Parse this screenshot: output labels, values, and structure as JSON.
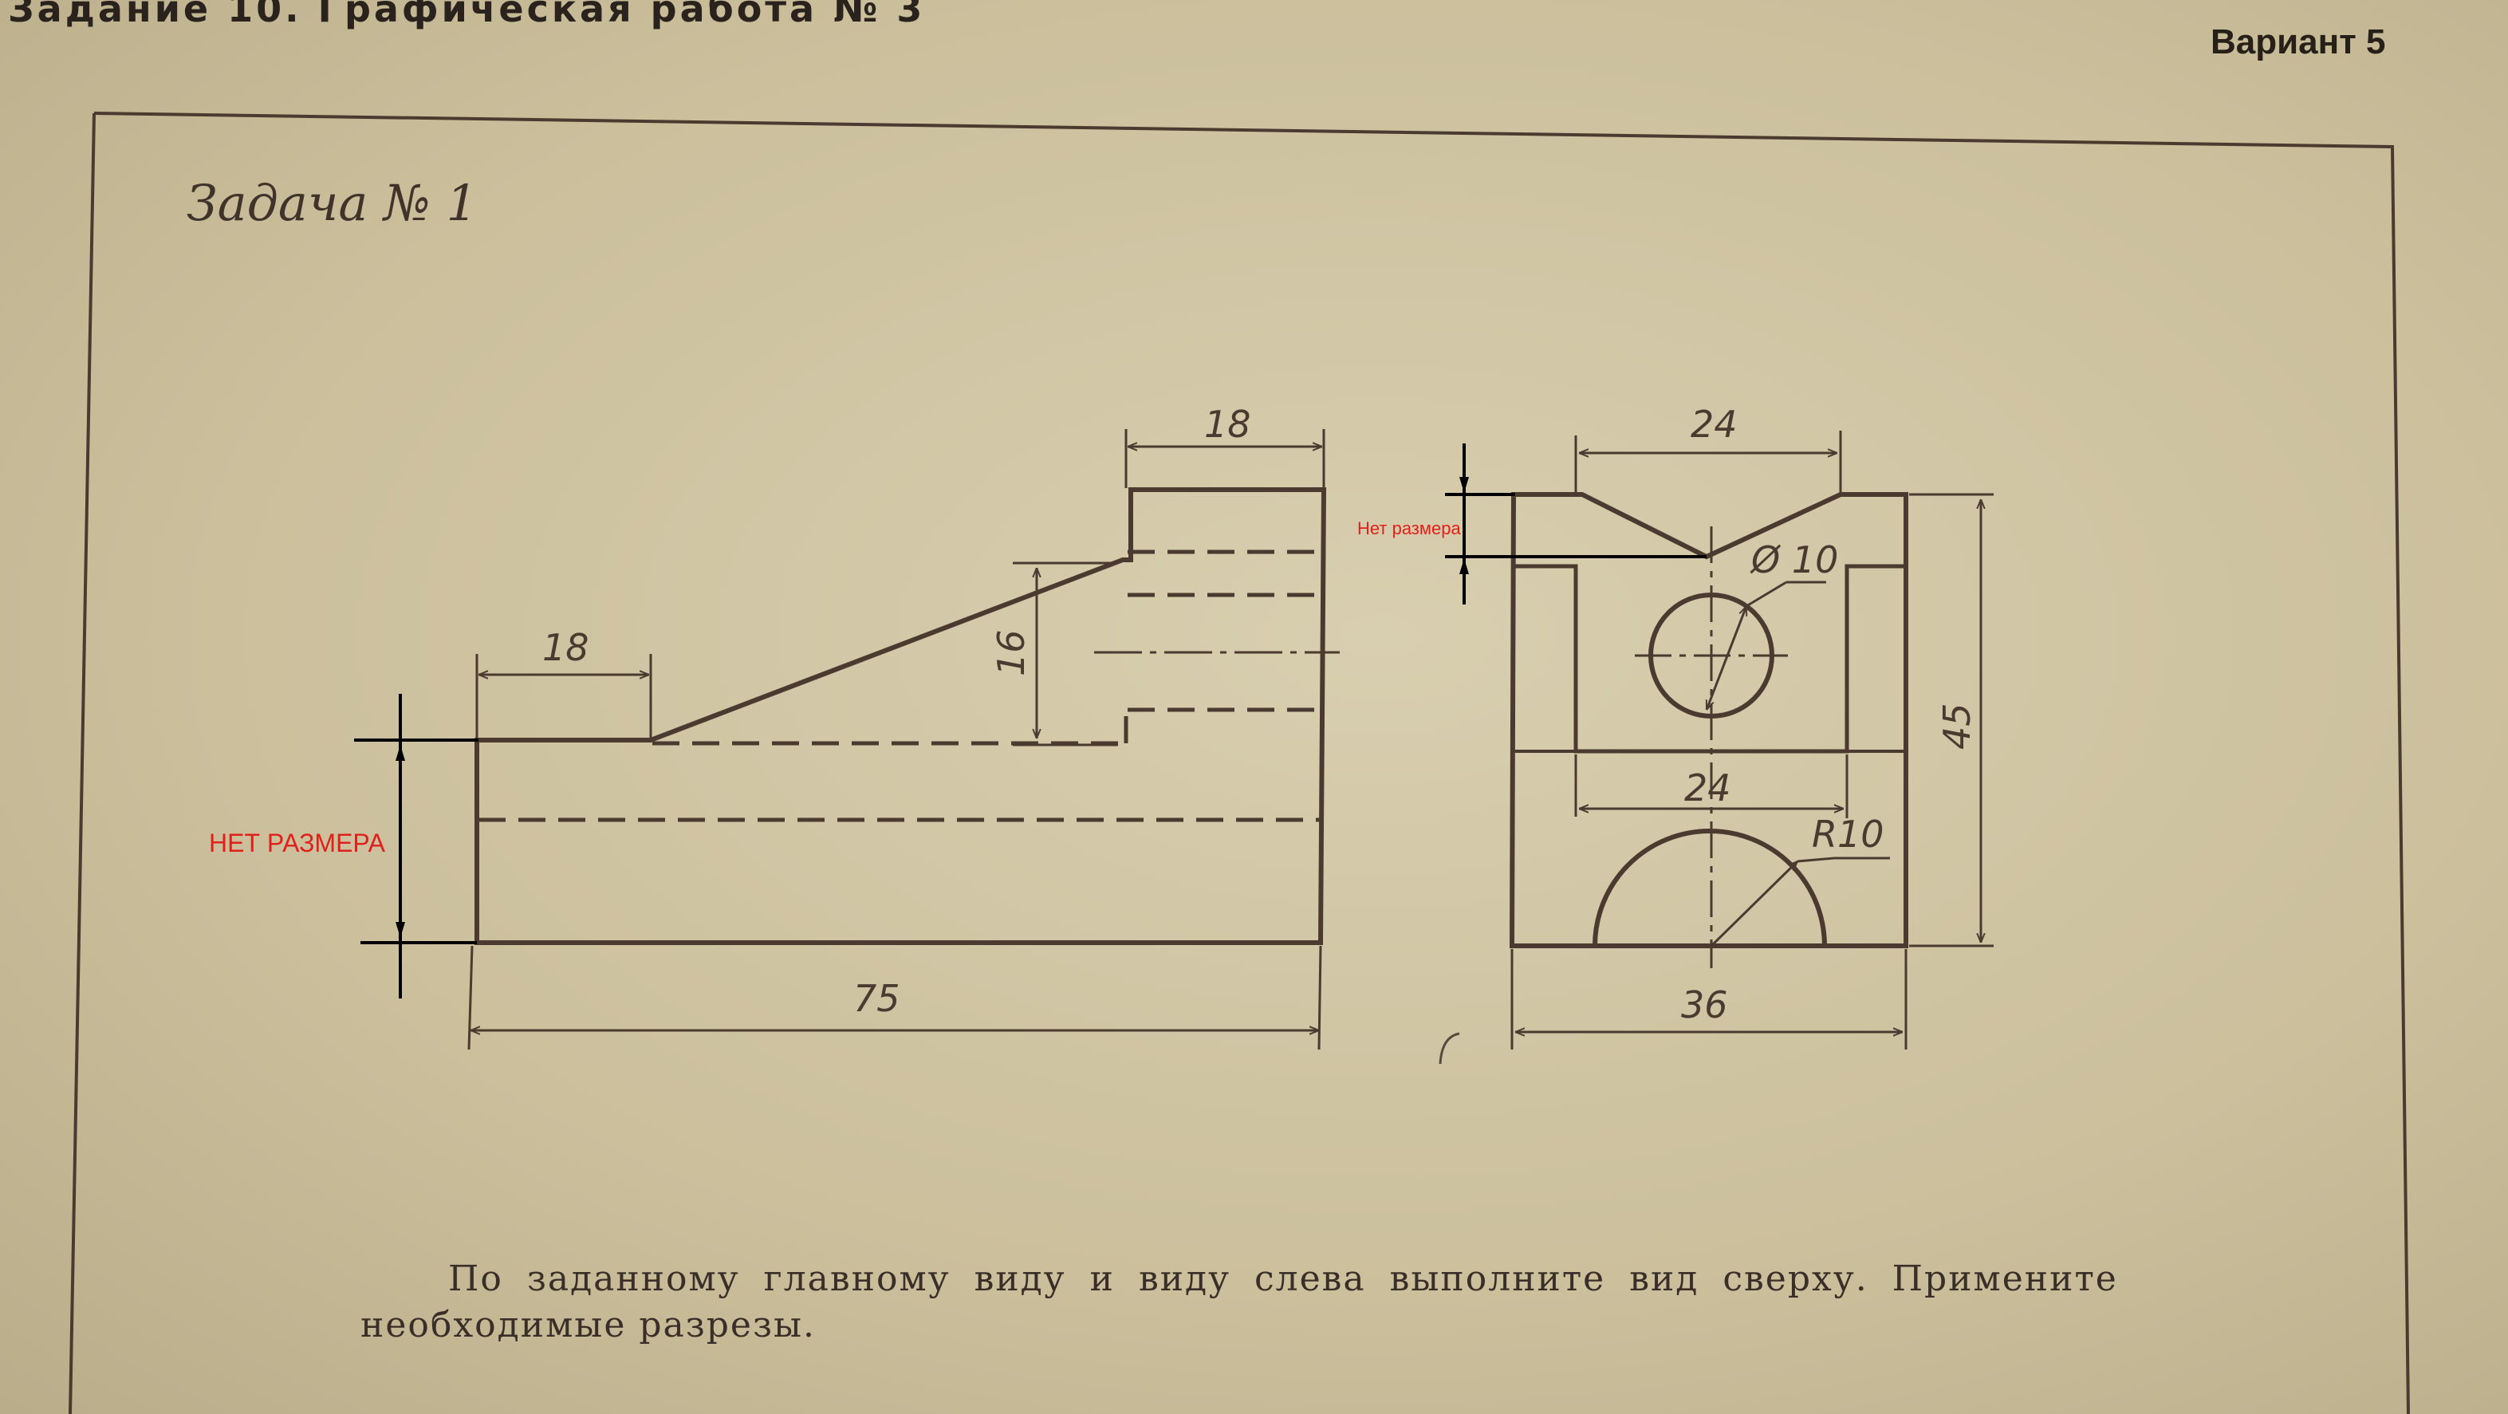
{
  "header": {
    "title": "Задание 10. Графическая работа № 3",
    "variant": "Вариант 5"
  },
  "task": {
    "title": "Задача № 1"
  },
  "instructions": {
    "line1": "По заданному главному виду и виду слева выполните вид сверху. Примените",
    "line2": "необходимые разрезы."
  },
  "front_view": {
    "dim_top_width": "18",
    "dim_left_step": "18",
    "dim_slope_height": "16",
    "dim_total_width": "75",
    "missing_height_note": "НЕТ РАЗМЕРА"
  },
  "side_view": {
    "dim_groove_width": "24",
    "dim_hole_diameter": "Ø 10",
    "dim_inner_width": "24",
    "dim_arc_radius": "R10",
    "dim_total_height": "45",
    "dim_base_width": "36",
    "missing_depth_note": "Нет размера"
  },
  "colors": {
    "ink": "#4a3a30",
    "annotation_red": "#e0201a",
    "annotation_black": "#000000",
    "paper": "#cdc2a2"
  }
}
